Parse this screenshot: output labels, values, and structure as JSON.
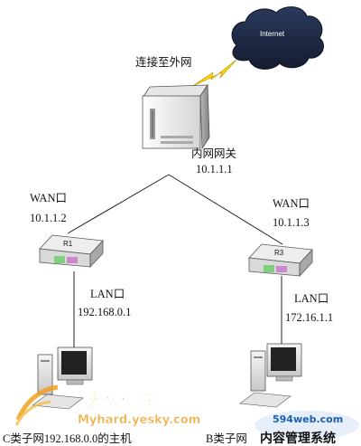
{
  "cloud": {
    "label": "Internet"
  },
  "gateway": {
    "caption": "连接至外网",
    "name": "内网网关",
    "ip": "10.1.1.1"
  },
  "router_left": {
    "name": "R1",
    "wan_label": "WAN口",
    "wan_ip": "10.1.1.2",
    "lan_label": "LAN口",
    "lan_ip": "192.168.0.1"
  },
  "router_right": {
    "name": "R3",
    "wan_label": "WAN口",
    "wan_ip": "10.1.1.3",
    "lan_label": "LAN口",
    "lan_ip": "172.16.1.1"
  },
  "host_left": {
    "caption": "C类子网192.168.0.0的主机"
  },
  "host_right": {
    "caption": "B类子网"
  },
  "watermarks": {
    "left_brand": "天极硬件",
    "left_url": "Myhard.yesky.com",
    "right_url": "594web.com",
    "right_brand": "内容管理系统"
  },
  "colors": {
    "cloud": "#1d2a44",
    "lightning": "#ffd700",
    "router_trim": "#7fd07f",
    "router_port": "#cc88cc",
    "line": "#222222",
    "watermark_orange": "#f0a020",
    "watermark_blue": "#1a60b0"
  }
}
